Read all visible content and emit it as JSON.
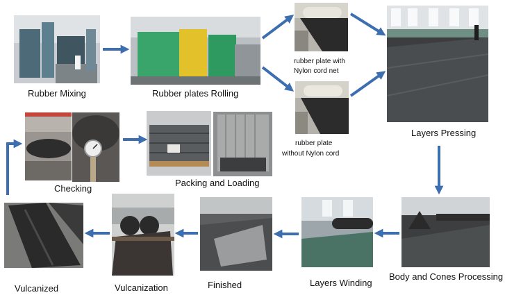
{
  "stages": {
    "rubber_mixing": "Rubber Mixing",
    "rubber_plates_rolling": "Rubber plates Rolling",
    "plate_with_net_line1": "rubber plate with",
    "plate_with_net_line2": "Nylon cord net",
    "plate_without_line1": "rubber plate",
    "plate_without_line2": "without Nylon cord",
    "layers_pressing": "Layers Pressing",
    "body_cones_processing": "Body and Cones Processing",
    "layers_winding": "Layers Winding",
    "finished": "Finished",
    "vulcanization": "Vulcanization",
    "vulcanized": "Vulcanized",
    "checking": "Checking",
    "packing_loading": "Packing and Loading"
  },
  "colors": {
    "arrow": "#3d6fb0"
  }
}
